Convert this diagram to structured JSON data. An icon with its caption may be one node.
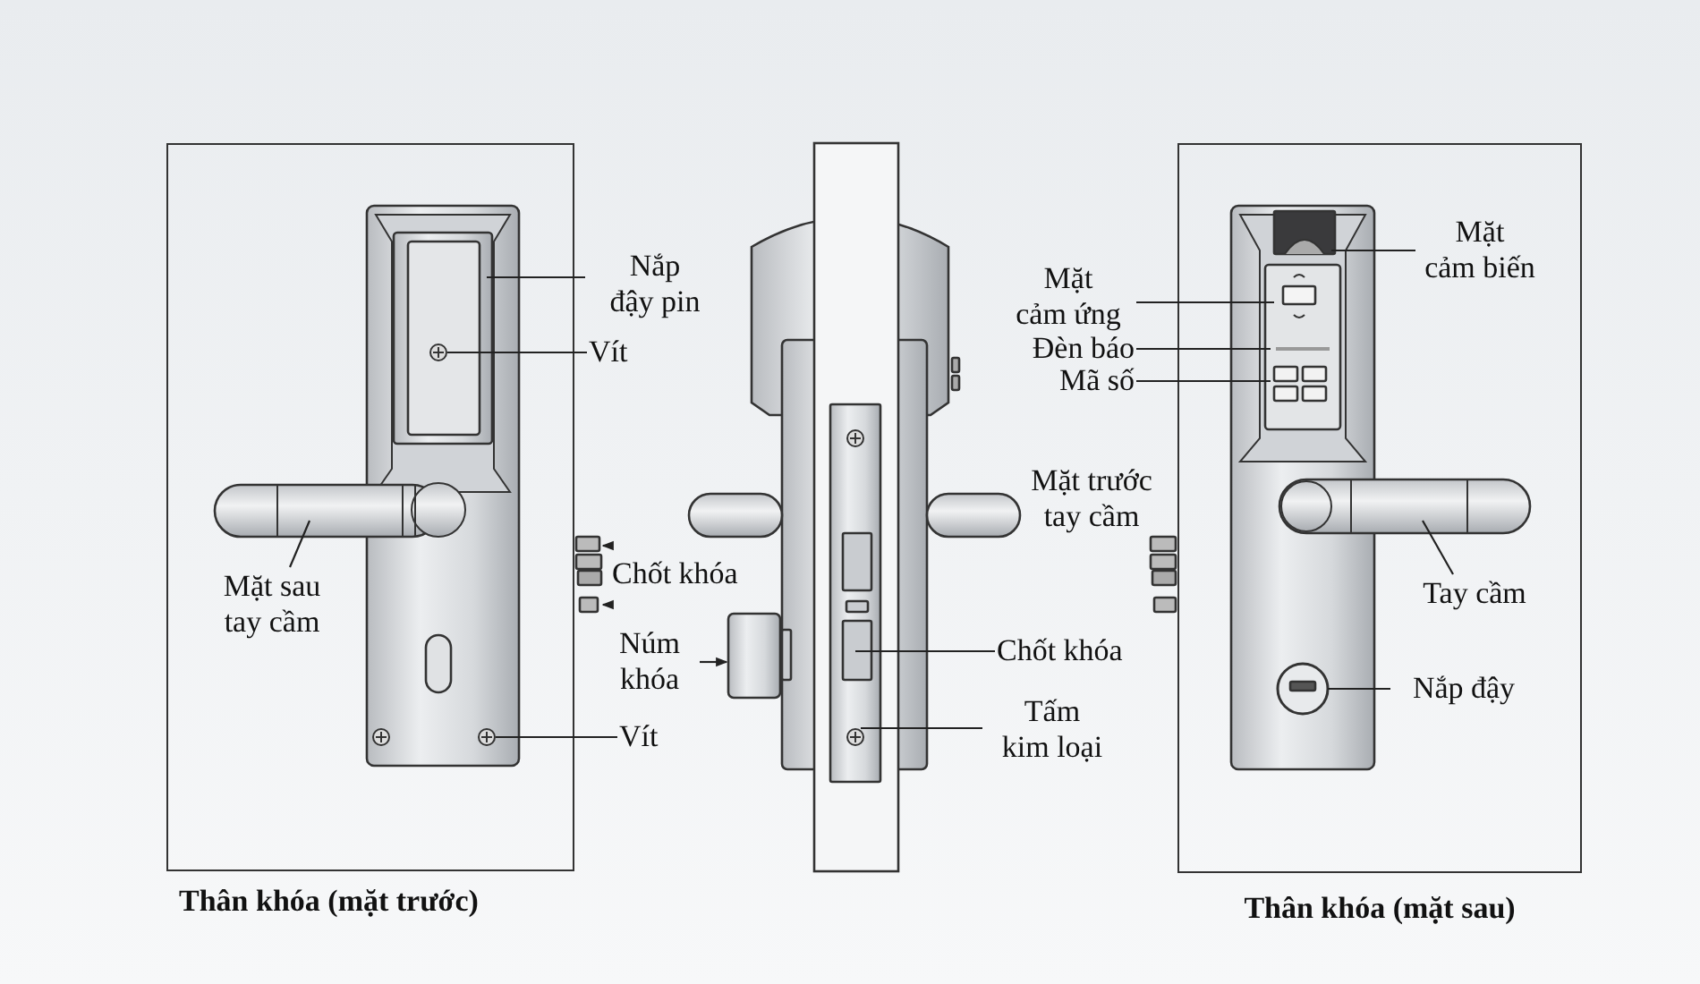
{
  "diagram": {
    "nodes": [
      {
        "text": [
          "Thân khóa (mặt trước)"
        ]
      },
      {
        "text": [],
        "shape": "picture",
        "in": 0
      },
      {
        "text": [
          "Mặt sau tay cầm"
        ],
        "in": 0
      },
      {
        "text": [
          "Nắp đậy pin"
        ]
      },
      {
        "text": [
          "Vít"
        ]
      },
      {
        "text": [
          "Vít"
        ]
      },
      {
        "text": [
          "Chốt khóa"
        ]
      },
      {
        "text": [],
        "shape": "picture"
      },
      {
        "text": [
          "Núm khóa"
        ]
      },
      {
        "text": [],
        "shape": "picture"
      },
      {
        "text": [
          "Chốt khóa"
        ]
      },
      {
        "text": [
          "Tấm kim loại"
        ]
      },
      {
        "text": [
          "Mặt cảm ứng"
        ]
      },
      {
        "text": [
          "Đèn báo"
        ]
      },
      {
        "text": [
          "Mã số"
        ]
      },
      {
        "text": [
          "Thân khóa (mặt sau)"
        ]
      },
      {
        "text": [],
        "shape": "picture",
        "in": 15
      },
      {
        "text": [
          "Mặt cảm biến"
        ],
        "in": 16
      },
      {
        "text": [
          "Tay cầm"
        ],
        "in": 16
      },
      {
        "text": [
          "Nắp đậy"
        ],
        "in": 16
      }
    ],
    "edges": [
      {
        "from": 2,
        "to": 1,
        "arrow": "none"
      },
      {
        "from": 3,
        "to": 1,
        "arrow": "none"
      },
      {
        "from": 4,
        "to": 1,
        "arrow": "none"
      },
      {
        "from": 5,
        "to": 1,
        "arrow": "none"
      },
      {
        "from": 6,
        "to": 7,
        "arrow": "to"
      },
      {
        "from": 6,
        "to": 7,
        "arrow": "to"
      },
      {
        "from": 8,
        "to": 9,
        "arrow": "to"
      },
      {
        "from": 10,
        "to": null,
        "arrow": "none"
      },
      {
        "from": 11,
        "to": null,
        "arrow": "none"
      },
      {
        "from": 12,
        "to": 16,
        "arrow": "none"
      },
      {
        "from": 13,
        "to": 16,
        "arrow": "none"
      },
      {
        "from": 14,
        "to": 16,
        "arrow": "none"
      },
      {
        "from": 17,
        "to": 16,
        "arrow": "none"
      },
      {
        "from": 18,
        "to": 16,
        "arrow": "none"
      },
      {
        "from": 19,
        "to": 16,
        "arrow": "none"
      }
    ],
    "labels": [
      "Mặt trước tay cầm"
    ]
  }
}
